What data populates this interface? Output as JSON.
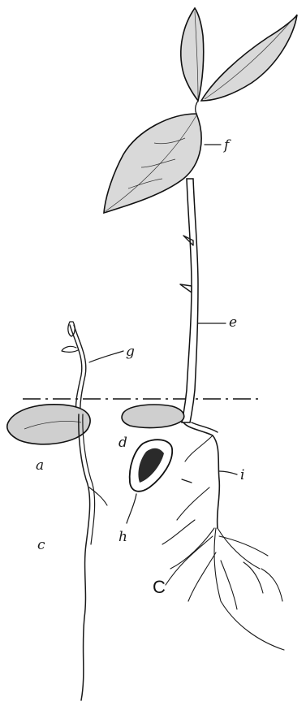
{
  "labels": {
    "a": "a",
    "c": "c",
    "d": "d",
    "e": "e",
    "f": "f",
    "g": "g",
    "h": "h",
    "i": "i"
  },
  "panel_letter": "C"
}
